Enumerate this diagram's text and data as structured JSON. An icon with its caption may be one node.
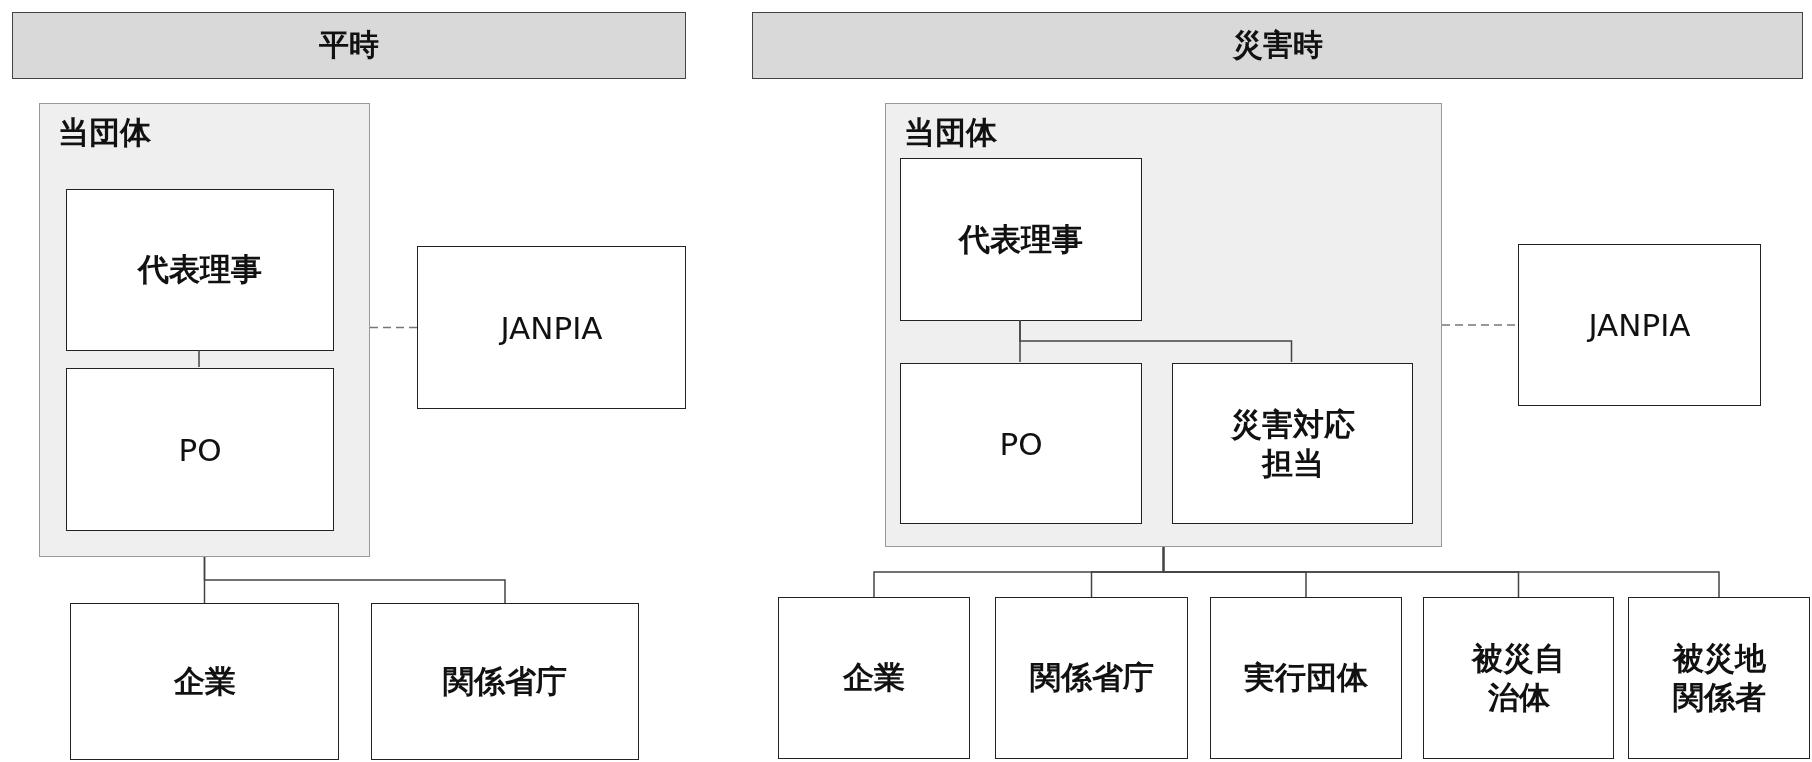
{
  "diagram": {
    "nodes": [
      {
        "text": [
          "平時"
        ]
      },
      {
        "text": [
          "災害時"
        ]
      },
      {
        "text": [
          "当団体"
        ]
      },
      {
        "text": [
          "代表理事"
        ],
        "in": 2
      },
      {
        "text": [
          "PO"
        ],
        "in": 2
      },
      {
        "text": [
          "JANPIA"
        ]
      },
      {
        "text": [
          "企業"
        ]
      },
      {
        "text": [
          "関係省庁"
        ]
      },
      {
        "text": [
          "当団体"
        ]
      },
      {
        "text": [
          "代表理事"
        ],
        "in": 8
      },
      {
        "text": [
          "PO"
        ],
        "in": 8
      },
      {
        "text": [
          "災害対応担当"
        ],
        "in": 8
      },
      {
        "text": [
          "JANPIA"
        ]
      },
      {
        "text": [
          "企業"
        ]
      },
      {
        "text": [
          "関係省庁"
        ]
      },
      {
        "text": [
          "実行団体"
        ]
      },
      {
        "text": [
          "被災自治体"
        ]
      },
      {
        "text": [
          "被災地関係者"
        ]
      }
    ],
    "edges": [
      {
        "from": 3,
        "to": 4,
        "arrow": "none"
      },
      {
        "from": 2,
        "to": 5,
        "arrow": "none",
        "style": "dashed"
      },
      {
        "from": 2,
        "to": 6,
        "arrow": "none"
      },
      {
        "from": 2,
        "to": 7,
        "arrow": "none"
      },
      {
        "from": 9,
        "to": 10,
        "arrow": "none"
      },
      {
        "from": 9,
        "to": 11,
        "arrow": "none"
      },
      {
        "from": 8,
        "to": 12,
        "arrow": "none",
        "style": "dashed"
      },
      {
        "from": 8,
        "to": 13,
        "arrow": "none"
      },
      {
        "from": 8,
        "to": 14,
        "arrow": "none"
      },
      {
        "from": 8,
        "to": 15,
        "arrow": "none"
      },
      {
        "from": 8,
        "to": 16,
        "arrow": "none"
      },
      {
        "from": 8,
        "to": 17,
        "arrow": "none"
      }
    ]
  }
}
